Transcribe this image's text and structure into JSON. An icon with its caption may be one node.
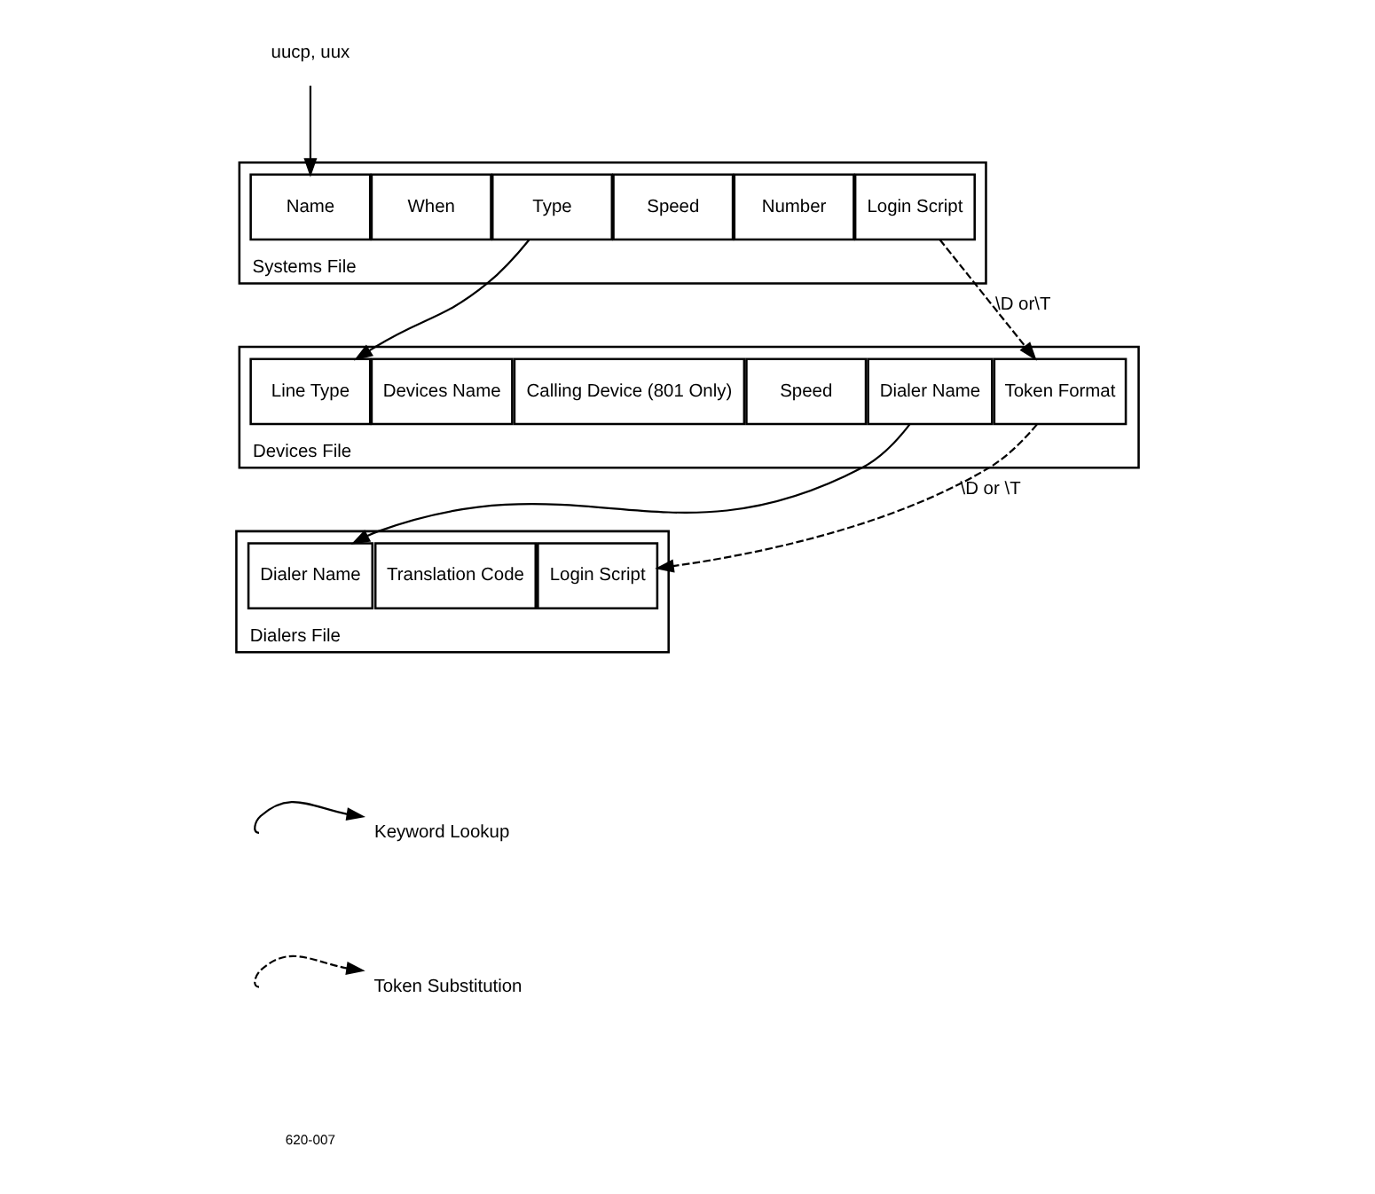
{
  "diagram": {
    "nodes": [
      {
        "text": [
          "uucp, uux"
        ]
      },
      {
        "text": [
          "Systems File"
        ]
      },
      {
        "text": [
          "Name"
        ],
        "in": 1
      },
      {
        "text": [
          "When"
        ],
        "in": 1
      },
      {
        "text": [
          "Type"
        ],
        "in": 1
      },
      {
        "text": [
          "Speed"
        ],
        "in": 1
      },
      {
        "text": [
          "Number"
        ],
        "in": 1
      },
      {
        "text": [
          "Login Script"
        ],
        "in": 1
      },
      {
        "text": [
          "Devices File"
        ]
      },
      {
        "text": [
          "Line Type"
        ],
        "in": 8
      },
      {
        "text": [
          "Devices Name"
        ],
        "in": 8
      },
      {
        "text": [
          "Calling Device (801 Only)"
        ],
        "in": 8
      },
      {
        "text": [
          "Speed"
        ],
        "in": 8
      },
      {
        "text": [
          "Dialer Name"
        ],
        "in": 8
      },
      {
        "text": [
          "Token Format"
        ],
        "in": 8
      },
      {
        "text": [
          "Dialers File"
        ]
      },
      {
        "text": [
          "Dialer Name"
        ],
        "in": 15
      },
      {
        "text": [
          "Translation Code"
        ],
        "in": 15
      },
      {
        "text": [
          "Login Script"
        ],
        "in": 15
      }
    ],
    "edges": [
      {
        "from": 0,
        "to": 2,
        "arrow": "to"
      },
      {
        "from": 4,
        "to": 9,
        "arrow": "to"
      },
      {
        "from": 7,
        "to": 14,
        "arrow": "to",
        "style": "dashed",
        "label": "\\D or\\T"
      },
      {
        "from": 13,
        "to": 16,
        "arrow": "to"
      },
      {
        "from": 14,
        "to": 18,
        "arrow": "to",
        "style": "dashed",
        "label": "\\D or \\T"
      }
    ],
    "labels": [
      "620-007"
    ],
    "legend": [
      {
        "text": "Keyword Lookup"
      },
      {
        "text": "Token Substitution"
      }
    ]
  }
}
